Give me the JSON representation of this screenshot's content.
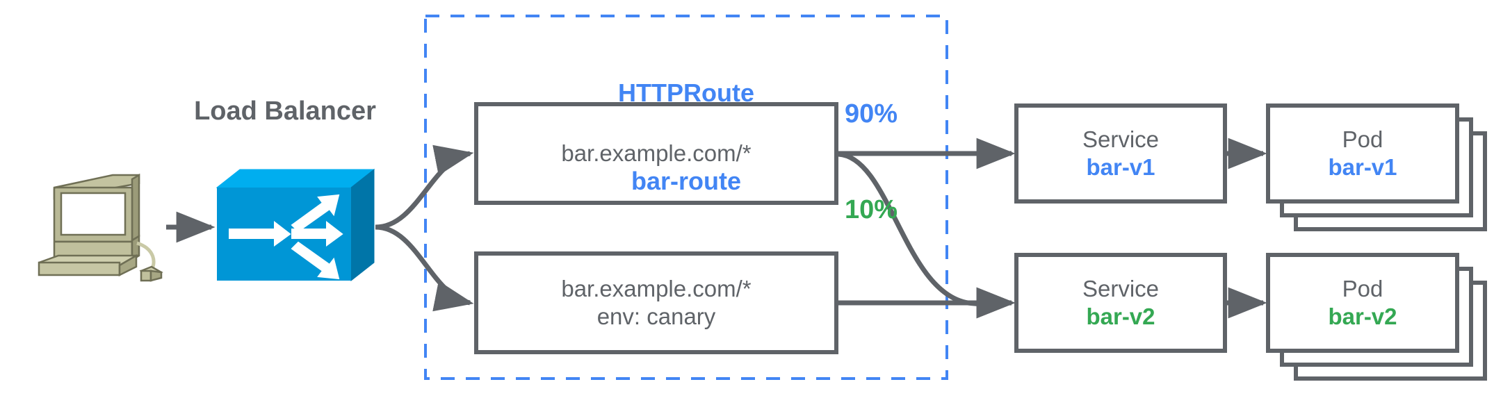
{
  "diagram": {
    "title_group": {
      "kind": "HTTPRoute",
      "name": "bar-route"
    },
    "load_balancer_label": "Load Balancer",
    "client": {
      "icon": "desktop-computer-icon"
    },
    "lb": {
      "icon": "network-switch-icon"
    },
    "matches": [
      {
        "line1": "bar.example.com/*",
        "line2": ""
      },
      {
        "line1": "bar.example.com/*",
        "line2": "env: canary"
      }
    ],
    "weights": [
      {
        "label": "90%",
        "color": "#4285f4"
      },
      {
        "label": "10%",
        "color": "#34a853"
      }
    ],
    "services": [
      {
        "kind": "Service",
        "name": "bar-v1",
        "color": "#4285f4"
      },
      {
        "kind": "Service",
        "name": "bar-v2",
        "color": "#34a853"
      }
    ],
    "pods": [
      {
        "kind": "Pod",
        "name": "bar-v1",
        "color": "#4285f4",
        "replicas": 3
      },
      {
        "kind": "Pod",
        "name": "bar-v2",
        "color": "#34a853",
        "replicas": 3
      }
    ],
    "colors": {
      "blue": "#4285f4",
      "green": "#34a853",
      "gray": "#5f6368",
      "switch_blue": "#0096d6",
      "computer_beige": "#b5b58f",
      "background": "#ffffff"
    }
  }
}
